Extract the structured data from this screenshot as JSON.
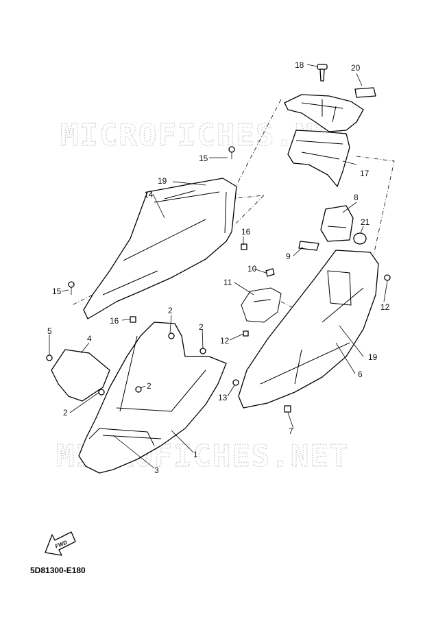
{
  "diagram": {
    "watermark_text": "MICROFICHES.NET",
    "diagram_code": "5D81300-E180",
    "fwd_label": "FWD",
    "callouts": [
      "1",
      "2",
      "2",
      "2",
      "2",
      "3",
      "4",
      "5",
      "6",
      "7",
      "8",
      "9",
      "10",
      "11",
      "12",
      "12",
      "13",
      "14",
      "15",
      "15",
      "16",
      "16",
      "17",
      "18",
      "19",
      "19",
      "20",
      "21"
    ]
  }
}
